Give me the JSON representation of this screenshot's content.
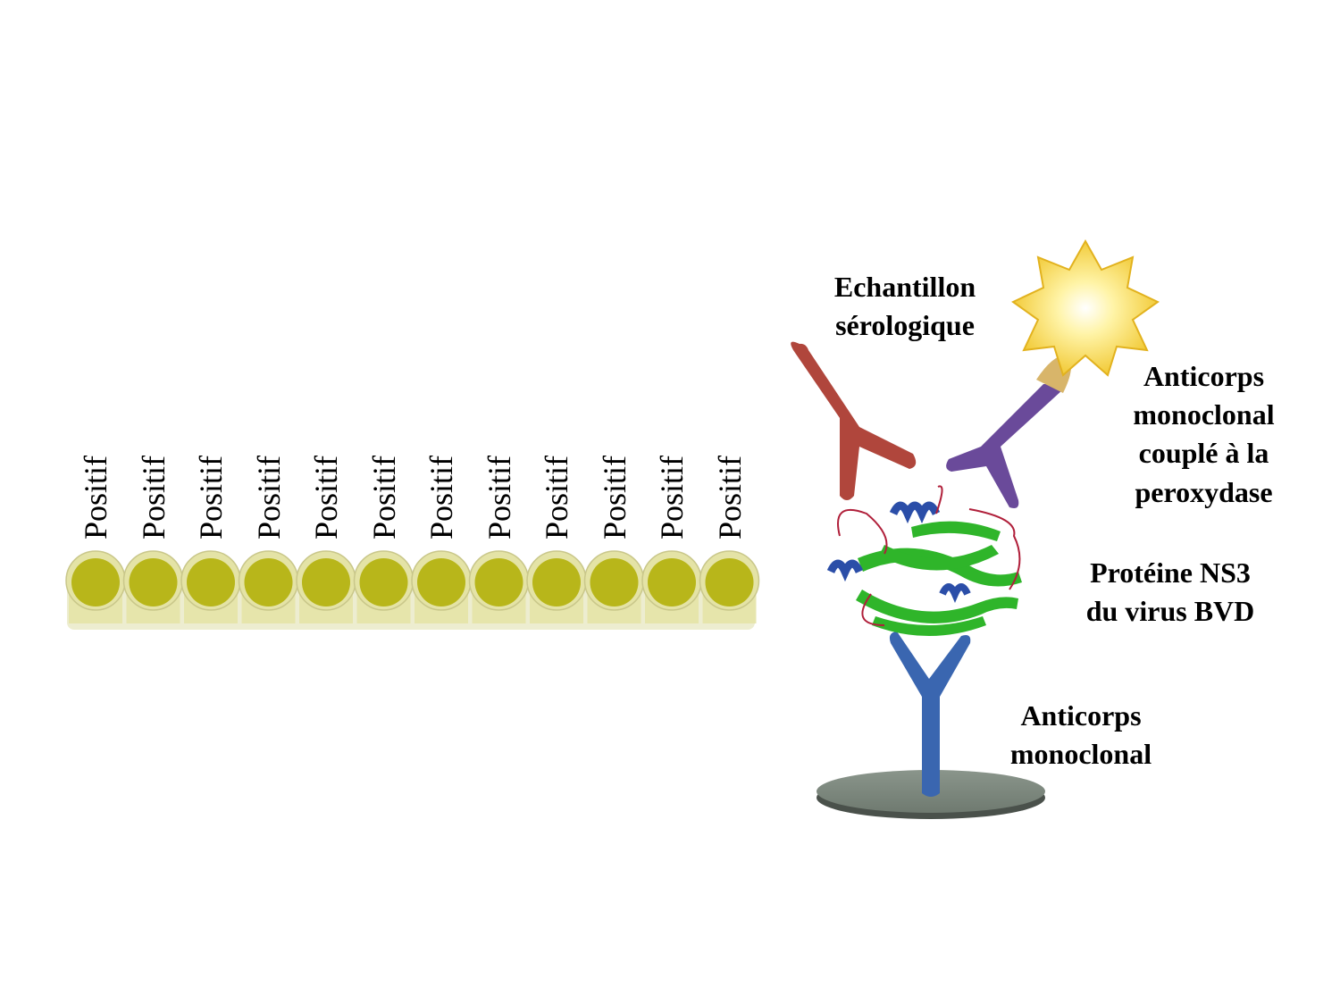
{
  "wells": {
    "count": 12,
    "fill_color": "#b8b61a",
    "rim_color": "#e4e3a6",
    "labels": [
      "Positif",
      "Positif",
      "Positif",
      "Positif",
      "Positif",
      "Positif",
      "Positif",
      "Positif",
      "Positif",
      "Positif",
      "Positif",
      "Positif"
    ]
  },
  "elisa": {
    "sample_label": [
      "Echantillon",
      "sérologique"
    ],
    "conjugate_label": [
      "Anticorps",
      "monoclonal",
      "couplé à la",
      "peroxydase"
    ],
    "protein_label": [
      "Protéine NS3",
      "du virus BVD"
    ],
    "capture_label": [
      "Anticorps",
      "monoclonal"
    ],
    "colors": {
      "sample_antibody": "#b0463c",
      "conjugate_antibody": "#6a4a9a",
      "capture_antibody": "#3a66b0",
      "enzyme": "#f3d23a",
      "plate": "#7f8a80",
      "protein_sheet": "#2fb52a",
      "protein_helix": "#2b4ea8",
      "protein_loop": "#b01f3a"
    }
  }
}
